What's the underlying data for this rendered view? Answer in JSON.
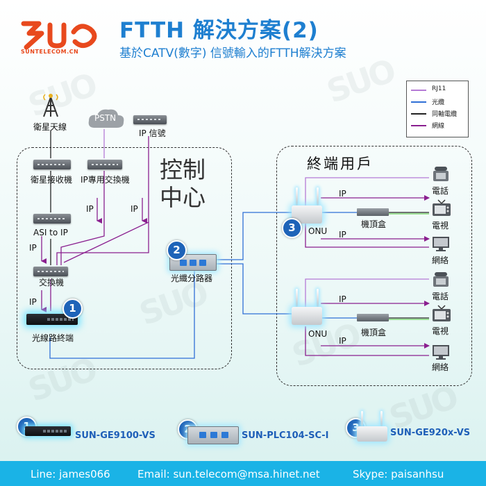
{
  "header": {
    "logo_text": "SUNTELECOM.CN",
    "title": "FTTH 解決方案(2)",
    "subtitle": "基於CATV(數字) 信號輸入的FTTH解決方案"
  },
  "legend": {
    "items": [
      {
        "label": "RJ11",
        "color": "#b57ad6"
      },
      {
        "label": "光纜",
        "color": "#2f6fd6"
      },
      {
        "label": "同軸電纜",
        "color": "#222222"
      },
      {
        "label": "網線",
        "color": "#8a1f8f"
      }
    ]
  },
  "control_center": {
    "title_line1": "控制",
    "title_line2": "中心",
    "satellite_antenna": "衛星天線",
    "pstn": "PSTN",
    "ip_signal": "IP 信號",
    "satellite_receiver": "衛星接收機",
    "ip_switch": "IP專用交換機",
    "asi_to_ip": "ASI to IP",
    "switch": "交換機",
    "olt": "光線路終端",
    "splitter": "光纖分路器",
    "ip_labels": [
      "IP",
      "IP",
      "IP",
      "IP"
    ]
  },
  "end_user": {
    "title": "終端用戶",
    "onu_label": "ONU",
    "stb_label": "機頂盒",
    "phone_label": "電話",
    "tv_label": "電視",
    "network_label": "網絡",
    "ip_label": "IP"
  },
  "badges": [
    "1",
    "2",
    "3"
  ],
  "products": [
    {
      "num": "1",
      "model": "SUN-GE9100-VS"
    },
    {
      "num": "2",
      "model": "SUN-PLC104-SC-I"
    },
    {
      "num": "3",
      "model": "SUN-GE920x-VS"
    }
  ],
  "footer": {
    "line": "Line: james066",
    "email": "Email: sun.telecom@msa.hinet.net",
    "skype": "Skype: paisanhsu"
  }
}
